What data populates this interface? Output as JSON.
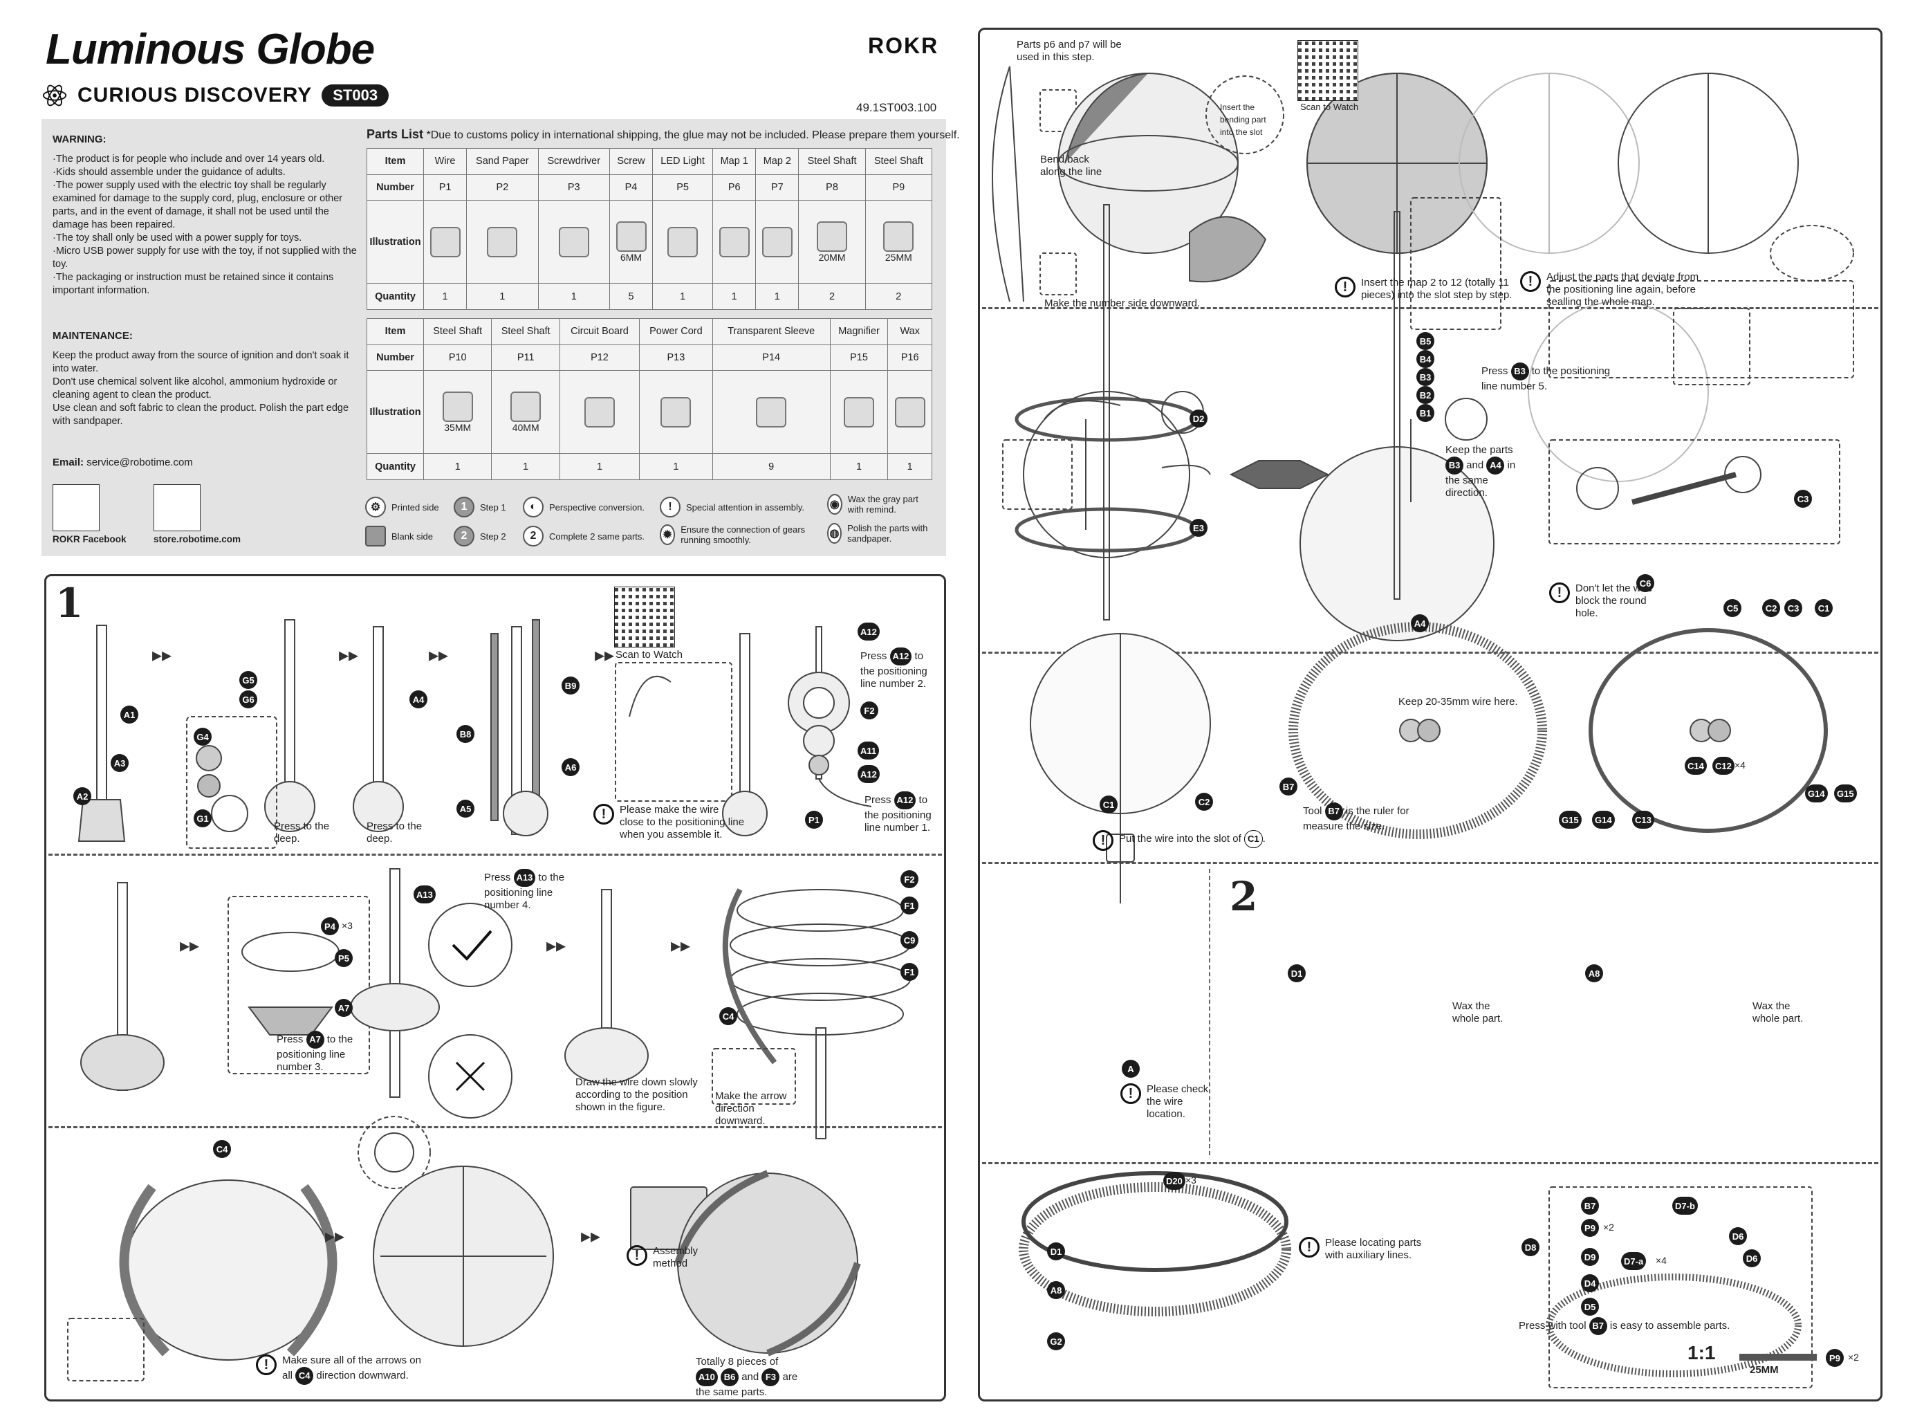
{
  "header": {
    "title": "Luminous Globe",
    "brand": "ROKR",
    "series": "CURIOUS DISCOVERY",
    "code_badge": "ST003",
    "doc_number": "49.1ST003.100"
  },
  "warning": {
    "heading": "WARNING:",
    "lines": [
      "·The product is for people who include and over 14 years old.",
      "·Kids should assemble under the guidance of adults.",
      "·The power supply used with the electric toy shall be regularly examined for damage to the supply cord, plug, enclosure or other parts, and in the event of damage, it shall not be used until the damage has been repaired.",
      "·The toy shall only be used with a power supply for toys.",
      "·Micro USB power supply for use with the toy, if not supplied with the toy.",
      "·The packaging or instruction must be retained since it contains important information."
    ]
  },
  "maintenance": {
    "heading": "MAINTENANCE:",
    "lines": [
      "Keep the product away from the source of ignition and don't soak it into water.",
      "Don't use chemical solvent like alcohol, ammonium hydroxide or cleaning agent to clean the product.",
      "Use clean and soft fabric to clean the product. Polish the part edge with sandpaper."
    ]
  },
  "contact": {
    "email_label": "Email:",
    "email": "service@robotime.com",
    "qr1_label": "ROKR Facebook",
    "qr2_label": "store.robotime.com"
  },
  "parts_list": {
    "title": "Parts List",
    "note": "*Due to customs policy in international shipping, the glue may not be included. Please prepare them yourself.",
    "row_labels": [
      "Item",
      "Number",
      "Illustration",
      "Quantity"
    ],
    "table1": [
      {
        "item": "Wire",
        "number": "P1",
        "qty": "1",
        "dim": ""
      },
      {
        "item": "Sand Paper",
        "number": "P2",
        "qty": "1",
        "dim": ""
      },
      {
        "item": "Screwdriver",
        "number": "P3",
        "qty": "1",
        "dim": ""
      },
      {
        "item": "Screw",
        "number": "P4",
        "qty": "5",
        "dim": "6MM"
      },
      {
        "item": "LED Light",
        "number": "P5",
        "qty": "1",
        "dim": ""
      },
      {
        "item": "Map 1",
        "number": "P6",
        "qty": "1",
        "dim": ""
      },
      {
        "item": "Map 2",
        "number": "P7",
        "qty": "1",
        "dim": ""
      },
      {
        "item": "Steel Shaft",
        "number": "P8",
        "qty": "2",
        "dim": "20MM"
      },
      {
        "item": "Steel Shaft",
        "number": "P9",
        "qty": "2",
        "dim": "25MM"
      }
    ],
    "table2": [
      {
        "item": "Steel Shaft",
        "number": "P10",
        "qty": "1",
        "dim": "35MM"
      },
      {
        "item": "Steel Shaft",
        "number": "P11",
        "qty": "1",
        "dim": "40MM"
      },
      {
        "item": "Circuit Board",
        "number": "P12",
        "qty": "1",
        "dim": ""
      },
      {
        "item": "Power Cord",
        "number": "P13",
        "qty": "1",
        "dim": ""
      },
      {
        "item": "Transparent Sleeve",
        "number": "P14",
        "qty": "9",
        "dim": ""
      },
      {
        "item": "Magnifier",
        "number": "P15",
        "qty": "1",
        "dim": ""
      },
      {
        "item": "Wax",
        "number": "P16",
        "qty": "1",
        "dim": ""
      }
    ]
  },
  "legend": {
    "printed": "Printed side",
    "blank": "Blank side",
    "step1": "Step 1",
    "step2": "Step 2",
    "persp": "Perspective conversion.",
    "complete2": "Complete 2 same parts.",
    "special": "Special attention in assembly.",
    "gears": "Ensure the connection of gears running smoothly.",
    "wax": "Wax the gray part with remind.",
    "polish": "Polish the parts with sandpaper."
  },
  "steps": {
    "s1": "1",
    "s2": "2",
    "scan": "Scan to Watch",
    "press_deep": "Press to the deep.",
    "wire_note": "Please make the wire close to the positioning line when you assemble it.",
    "press_a12_2a": "Press",
    "press_a12_2b": "to the positioning line number 2.",
    "press_a12_1a": "Press",
    "press_a12_1b": "to the positioning line number 1.",
    "press_a13a": "Press",
    "press_a13b": "to the positioning line number 4.",
    "press_a7a": "Press",
    "press_a7b": "to the positioning line number 3.",
    "draw_wire": "Draw the wire down slowly according to the position shown in the figure.",
    "arrow_down": "Make the arrow direction downward.",
    "arrows_c4a": "Make sure all of the arrows on all",
    "arrows_c4b": "direction downward.",
    "assembly_method": "Assembly method",
    "totally8a": "Totally 8 pieces of",
    "totally8b": "and",
    "totally8c": "are the same parts.",
    "maps_used": "Parts p6 and p7 will be used in this step.",
    "bend_back": "Bend back along the line",
    "insert_bend": "Insert the bending part into the slot",
    "number_side": "Make the number side downward.",
    "insert_map": "Insert the map 2  to 12 (totally 11 pieces) into the slot step by step.",
    "adjust": "Adjust the parts that deviate from the positioning line again, before sealling the whole map.",
    "press_b3a": "Press",
    "press_b3b": "to the positioning line number 5.",
    "keep_parts": "Keep the parts",
    "keep_and": "and",
    "keep_dir": "in the same direction.",
    "dont_block": "Don't let the wire block the round hole.",
    "put_wire": "Put the wire into the slot of",
    "keep_wire": "Keep 20-35mm wire here.",
    "tool_b7a": "Tool",
    "tool_b7b": "is the ruler for measure the size.",
    "check_wire": "Please check the wire location.",
    "wax_whole": "Wax the whole part.",
    "aux_lines": "Please locating parts with auxiliary lines.",
    "press_tool": "Press with tool",
    "press_tool_b": "is easy to assemble parts.",
    "scale": "1:1",
    "scale_len": "25MM"
  },
  "tags": {
    "A1": "A1",
    "A2": "A2",
    "A3": "A3",
    "G5": "G5",
    "G6": "G6",
    "G4": "G4",
    "G1": "G1",
    "A4": "A4",
    "B9": "B9",
    "B8": "B8",
    "A5": "A5",
    "A6": "A6",
    "A12": "A12",
    "F2": "F2",
    "A11": "A11",
    "P1": "P1",
    "P4": "P4",
    "x3": "×3",
    "P5": "P5",
    "A7": "A7",
    "A13": "A13",
    "F1": "F1",
    "C9": "C9",
    "C4": "C4",
    "A10": "A10",
    "B6": "B6",
    "F3": "F3",
    "D2": "D2",
    "E3": "E3",
    "B5": "B5",
    "B4": "B4",
    "B3": "B3",
    "B2": "B2",
    "B1": "B1",
    "C3": "C3",
    "C6": "C6",
    "C5": "C5",
    "C2": "C2",
    "C1": "C1",
    "B7": "B7",
    "C14": "C14",
    "C12": "C12",
    "x4": "×4",
    "C13": "C13",
    "G15": "G15",
    "G14": "G14",
    "A": "A",
    "D1": "D1",
    "A8": "A8",
    "D20": "D20",
    "G2": "G2",
    "P9": "P9",
    "x2": "×2",
    "D7b": "D7-b",
    "D7a": "D7-a",
    "D6": "D6",
    "D9": "D9",
    "D4": "D4",
    "D5": "D5",
    "D8": "D8"
  }
}
